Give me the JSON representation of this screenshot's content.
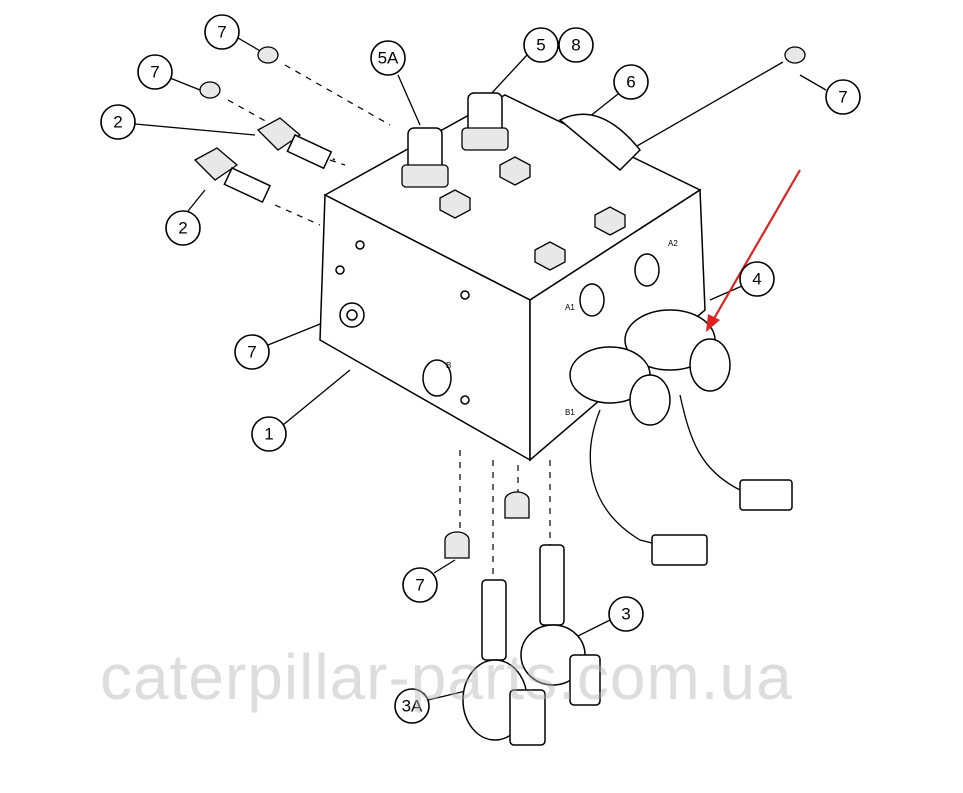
{
  "callouts": [
    {
      "id": "c1",
      "label": "7"
    },
    {
      "id": "c2",
      "label": "7"
    },
    {
      "id": "c3",
      "label": "2"
    },
    {
      "id": "c4",
      "label": "2"
    },
    {
      "id": "c5",
      "label": "5A"
    },
    {
      "id": "c6",
      "label": "5"
    },
    {
      "id": "c7",
      "label": "8"
    },
    {
      "id": "c8",
      "label": "6"
    },
    {
      "id": "c9",
      "label": "7"
    },
    {
      "id": "c10",
      "label": "4"
    },
    {
      "id": "c11",
      "label": "7"
    },
    {
      "id": "c12",
      "label": "1"
    },
    {
      "id": "c13",
      "label": "7"
    },
    {
      "id": "c14",
      "label": "3"
    },
    {
      "id": "c15",
      "label": "3A"
    }
  ],
  "port_labels": {
    "a2": "A2",
    "a1": "A1",
    "b1": "B1",
    "b": "B"
  },
  "watermark": "caterpillar-parts.com.ua",
  "colors": {
    "arrow": "#e32020",
    "line": "#000000"
  }
}
